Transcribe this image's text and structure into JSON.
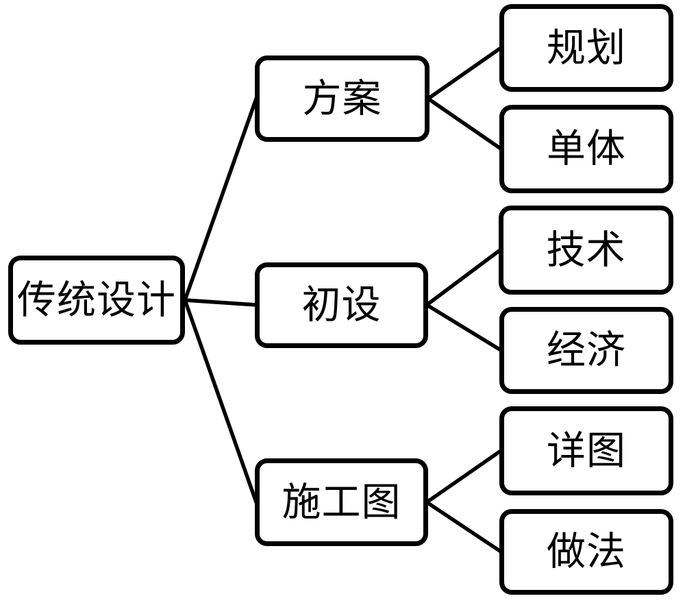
{
  "diagram": {
    "background_color": "#ffffff",
    "node_fill_color": "#ffffff",
    "node_border_color": "#000000",
    "connector_color": "#000000",
    "root": {
      "label": "传统设计"
    },
    "branches": [
      {
        "label": "方案",
        "children": [
          {
            "label": "规划"
          },
          {
            "label": "单体"
          }
        ]
      },
      {
        "label": "初设",
        "children": [
          {
            "label": "技术"
          },
          {
            "label": "经济"
          }
        ]
      },
      {
        "label": "施工图",
        "children": [
          {
            "label": "详图"
          },
          {
            "label": "做法"
          }
        ]
      }
    ]
  }
}
